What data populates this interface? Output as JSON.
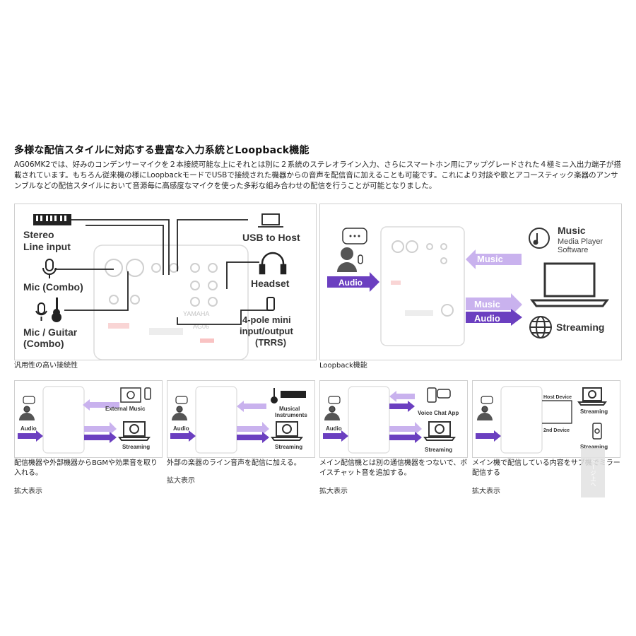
{
  "heading": "多様な配信スタイルに対応する豊富な入力系統とLoopback機能",
  "intro": "AG06MK2では、好みのコンデンサーマイクを２本接続可能な上にそれとは別に２系統のステレオライン入力、さらにスマートホン用にアップグレードされた４極ミニ入出力端子が搭載されています。もちろん従来機の様にLoopbackモードでUSBで接続された機器からの音声を配信音に加えることも可能です。これにより対談や歌とアコースティック楽器のアンサンブルなどの配信スタイルにおいて音源毎に高感度なマイクを使った多彩な組み合わせの配信を行うことが可能となりました。",
  "diagram_connections": {
    "stereo_line": "Stereo",
    "stereo_line2": "Line input",
    "mic_combo": "Mic (Combo)",
    "mic_guitar": "Mic / Guitar",
    "mic_guitar2": "(Combo)",
    "usb_host": "USB to Host",
    "headset": "Headset",
    "fourpole1": "4-pole mini",
    "fourpole2": "input/output",
    "fourpole3": "(TRRS)",
    "mixer_brand": "YAMAHA",
    "mixer_model": "AG06",
    "caption": "汎用性の高い接続性"
  },
  "diagram_loopback": {
    "music_label": "Music",
    "music_label2": "Music",
    "audio_label": "Audio",
    "audio_label2": "Audio",
    "player1": "Music",
    "player2": "Media Player",
    "player3": "Software",
    "streaming": "Streaming",
    "caption": "Loopback機能"
  },
  "small_cards": [
    {
      "caption": "配信機器や外部機器からBGMや効果音を取り入れる。",
      "zoom": "拡大表示",
      "tag1": "External Music",
      "tag2": "Streaming",
      "audio": "Audio"
    },
    {
      "caption": "外部の楽器のライン音声を配信に加える。",
      "zoom": "拡大表示",
      "tag1": "Musical",
      "tag1b": "Instruments",
      "tag2": "Streaming",
      "audio": "Audio"
    },
    {
      "caption": "メイン配信機とは別の通信機器をつないで、ボイスチャット音を追加する。",
      "zoom": "拡大表示",
      "tag1": "Voice Chat App",
      "tag2": "Streaming",
      "audio": "Audio"
    },
    {
      "caption": "メイン機で配信している内容をサブ機でミラー配信する",
      "zoom": "拡大表示",
      "tag0": "Host Device",
      "tag1": "Streaming",
      "tag2": "2nd Device",
      "tag3": "Streaming"
    }
  ],
  "page_top": "ページ上へ"
}
